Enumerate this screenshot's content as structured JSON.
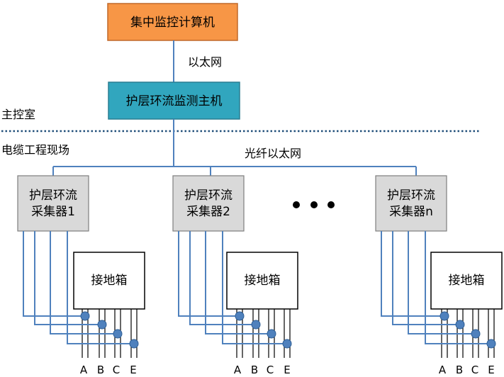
{
  "top_box": {
    "label": "集中监控计算机",
    "fill": "#F79646",
    "stroke": "#C0692A"
  },
  "link1_label": "以太网",
  "host_box": {
    "label": "护层环流监测主机",
    "fill": "#31A6BE",
    "stroke": "#2A7E92"
  },
  "zones": {
    "upper": "主控室",
    "lower": "电缆工程现场"
  },
  "link2_label": "光纤以太网",
  "collectors": [
    {
      "line1": "护层环流",
      "line2": "采集器1"
    },
    {
      "line1": "护层环流",
      "line2": "采集器2"
    },
    {
      "line1": "护层环流",
      "line2": "采集器n"
    }
  ],
  "grounding_box_label": "接地箱",
  "phases": [
    "A",
    "B",
    "C",
    "E"
  ],
  "colors": {
    "line": "#4F81BD",
    "node": "#4F81BD",
    "collector_fill": "#D9D9D9",
    "dotted": "#1F4E79"
  }
}
